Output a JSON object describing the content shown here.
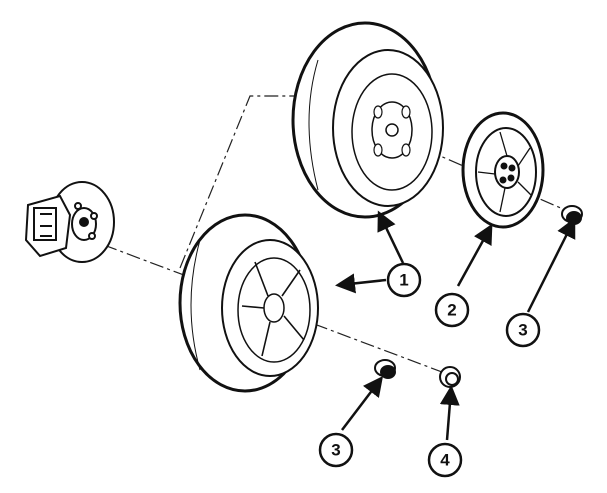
{
  "callouts": [
    {
      "label": "1"
    },
    {
      "label": "2"
    },
    {
      "label": "3"
    },
    {
      "label": "3"
    },
    {
      "label": "4"
    }
  ]
}
